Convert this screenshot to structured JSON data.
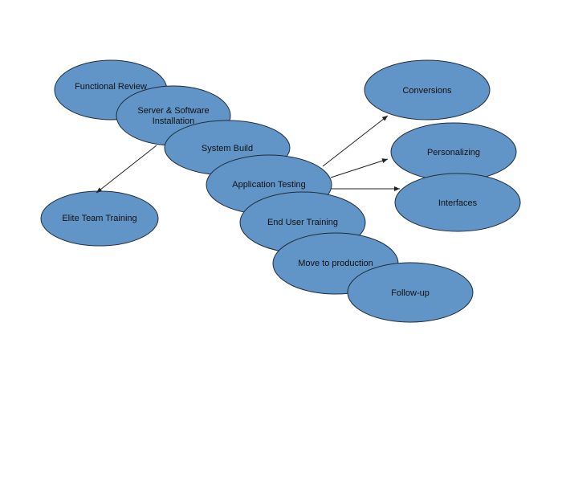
{
  "colors": {
    "node_fill": "#6195c7",
    "node_stroke": "#1f2d3d",
    "edge": "#222222"
  },
  "nodes": {
    "functional_review": [
      "Functional Review"
    ],
    "server_install": [
      "Server & Software",
      "Installation"
    ],
    "system_build": [
      "System Build"
    ],
    "application_testing": [
      "Application Testing"
    ],
    "end_user_training": [
      "End User Training"
    ],
    "move_to_production": [
      "Move to production"
    ],
    "follow_up": [
      "Follow-up"
    ],
    "elite_team_training": [
      "Elite Team Training"
    ],
    "conversions": [
      "Conversions"
    ],
    "personalizing": [
      "Personalizing"
    ],
    "interfaces": [
      "Interfaces"
    ]
  },
  "edges": [
    {
      "from": "server_install",
      "to": "elite_team_training"
    },
    {
      "from": "application_testing",
      "to": "conversions"
    },
    {
      "from": "application_testing",
      "to": "personalizing"
    },
    {
      "from": "application_testing",
      "to": "interfaces"
    }
  ]
}
